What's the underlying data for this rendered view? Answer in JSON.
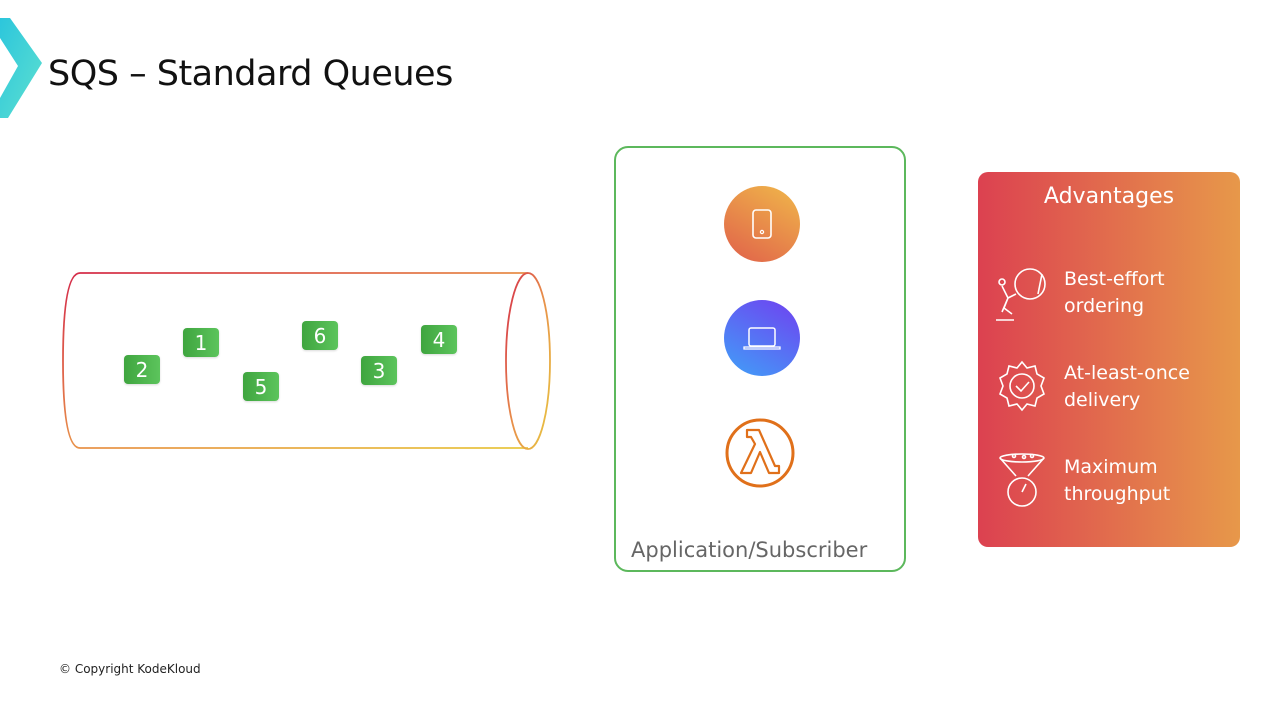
{
  "title": "SQS – Standard Queues",
  "queue": {
    "messages": [
      "2",
      "1",
      "5",
      "6",
      "3",
      "4"
    ]
  },
  "subscriber": {
    "label": "Application/Subscriber",
    "icons": [
      "mobile-icon",
      "laptop-icon",
      "lambda-icon"
    ]
  },
  "advantages": {
    "title": "Advantages",
    "items": [
      {
        "label": "Best-effort ordering",
        "icon": "pushing-boulder-icon"
      },
      {
        "label": "At-least-once delivery",
        "icon": "badge-check-icon"
      },
      {
        "label": "Maximum throughput",
        "icon": "funnel-gauge-icon"
      }
    ]
  },
  "footer": {
    "copyright": "© Copyright KodeKloud"
  },
  "colors": {
    "accent_green": "#5cb85c",
    "adv_start": "#dc4150",
    "adv_end": "#e7984a",
    "lambda": "#e0701a"
  }
}
